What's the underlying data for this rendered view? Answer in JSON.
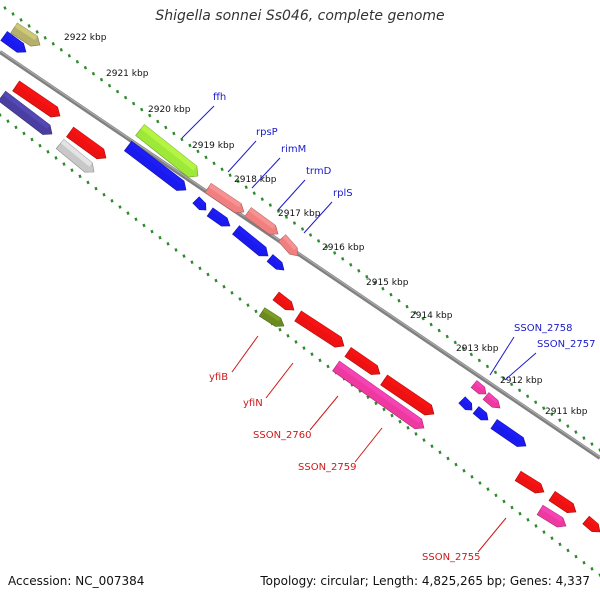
{
  "title": "Shigella sonnei Ss046, complete genome",
  "accession": "Accession: NC_007384",
  "summary": "Topology: circular; Length: 4,825,265 bp; Genes: 4,337",
  "colors": {
    "backbone": "#808080",
    "ruler_dots": "#2e8b2e",
    "label_forward": "#1a1acc",
    "label_reverse": "#cc1a1a"
  },
  "ticks": [
    {
      "label": "2922 kbp"
    },
    {
      "label": "2921 kbp"
    },
    {
      "label": "2920 kbp"
    },
    {
      "label": "2919 kbp"
    },
    {
      "label": "2918 kbp"
    },
    {
      "label": "2917 kbp"
    },
    {
      "label": "2916 kbp"
    },
    {
      "label": "2915 kbp"
    },
    {
      "label": "2914 kbp"
    },
    {
      "label": "2913 kbp"
    },
    {
      "label": "2912 kbp"
    },
    {
      "label": "2911 kbp"
    }
  ],
  "forward_labels": [
    {
      "text": "ffh"
    },
    {
      "text": "rpsP"
    },
    {
      "text": "rimM"
    },
    {
      "text": "trmD"
    },
    {
      "text": "rplS"
    },
    {
      "text": "SSON_2758"
    },
    {
      "text": "SSON_2757"
    }
  ],
  "reverse_labels": [
    {
      "text": "yfiB"
    },
    {
      "text": "yfiN"
    },
    {
      "text": "SSON_2760"
    },
    {
      "text": "SSON_2759"
    },
    {
      "text": "SSON_2755"
    }
  ]
}
